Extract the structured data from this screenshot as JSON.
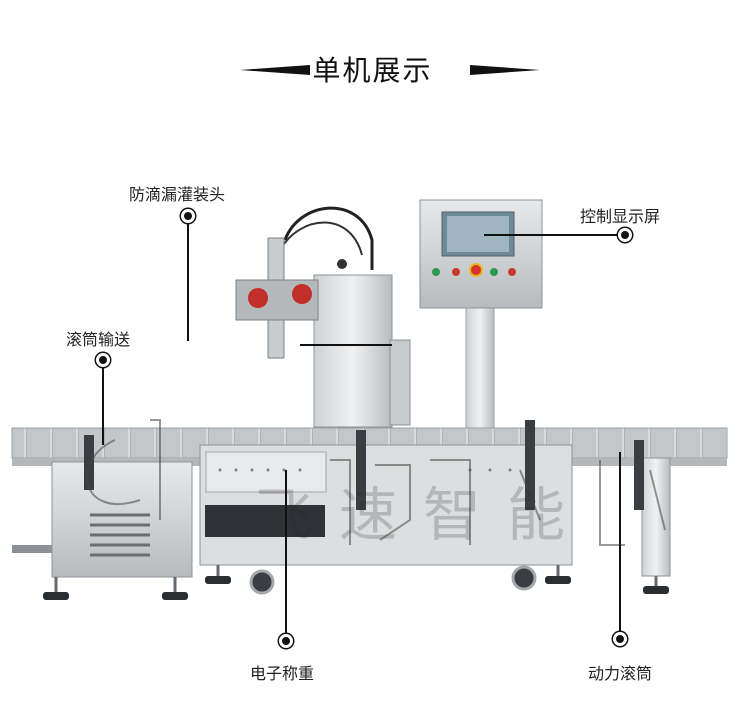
{
  "page": {
    "title": "单机展示"
  },
  "callouts": {
    "drip_nozzle": "防滴漏灌装头",
    "roller_conveyor": "滚筒输送",
    "control_screen": "控制显示屏",
    "electronic_scale": "电子称重",
    "powered_roller": "动力滚筒"
  },
  "watermark": "飞速智能"
}
